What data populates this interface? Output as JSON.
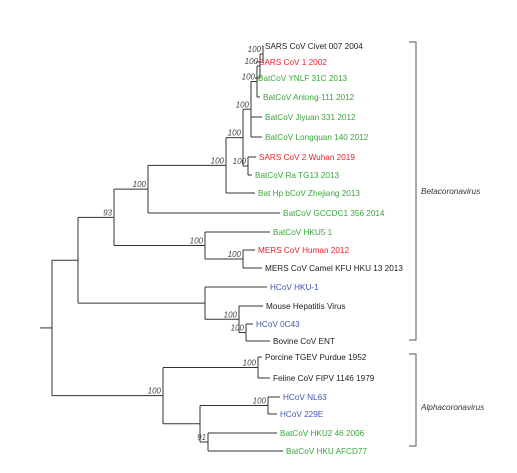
{
  "colors": {
    "black": "#222222",
    "red": "#e8212b",
    "green": "#3aa53a",
    "blue": "#3f56b4"
  },
  "taxa": [
    {
      "label": "SARS CoV Civet 007 2004",
      "color": "black"
    },
    {
      "label": "SARS CoV 1 2002",
      "color": "red"
    },
    {
      "label": "BatCoV YNLF 31C 2013",
      "color": "green"
    },
    {
      "label": "BatCoV Anlong-111 2012",
      "color": "green"
    },
    {
      "label": "BatCoV Jiyuan 331 2012",
      "color": "green"
    },
    {
      "label": "BatCoV Longquan 140 2012",
      "color": "green"
    },
    {
      "label": "SARS CoV 2 Wuhan 2019",
      "color": "red"
    },
    {
      "label": "BatCoV Ra TG13 2013",
      "color": "green"
    },
    {
      "label": "Bat Hp bCoV Zhejiang 2013",
      "color": "green"
    },
    {
      "label": "BatCoV GCCDC1 356 2014",
      "color": "green"
    },
    {
      "label": "BatCoV HKU5 1",
      "color": "green"
    },
    {
      "label": "MERS CoV Human 2012",
      "color": "red"
    },
    {
      "label": "MERS CoV Camel KFU HKU 13 2013",
      "color": "black"
    },
    {
      "label": "HCoV HKU-1",
      "color": "blue"
    },
    {
      "label": "Mouse Hepatitis Virus",
      "color": "black"
    },
    {
      "label": "HCoV 0C43",
      "color": "blue"
    },
    {
      "label": "Bovine CoV ENT",
      "color": "black"
    },
    {
      "label": "Porcine TGEV Purdue 1952",
      "color": "black"
    },
    {
      "label": "Feline CoV FIPV 1146 1979",
      "color": "black"
    },
    {
      "label": "HCoV NL63",
      "color": "blue"
    },
    {
      "label": "HCoV 229E",
      "color": "blue"
    },
    {
      "label": "BatCoV HKU2 46 2006",
      "color": "green"
    },
    {
      "label": "BatCoV HKU AFCD77",
      "color": "green"
    }
  ],
  "support_labels": {
    "n1": "100",
    "n2": "100",
    "n3": "100",
    "n4": "100",
    "n5": "100",
    "n6": "100",
    "n7": "100",
    "n8": "93",
    "n9": "100",
    "n10": "100",
    "n11": "100",
    "n12": "100",
    "n13": "100",
    "n14": "100",
    "n15": "100",
    "n16": "91",
    "n17": "100"
  },
  "clades": {
    "beta": "Betacoronavirus",
    "alpha": "Alphacoronavirus"
  }
}
